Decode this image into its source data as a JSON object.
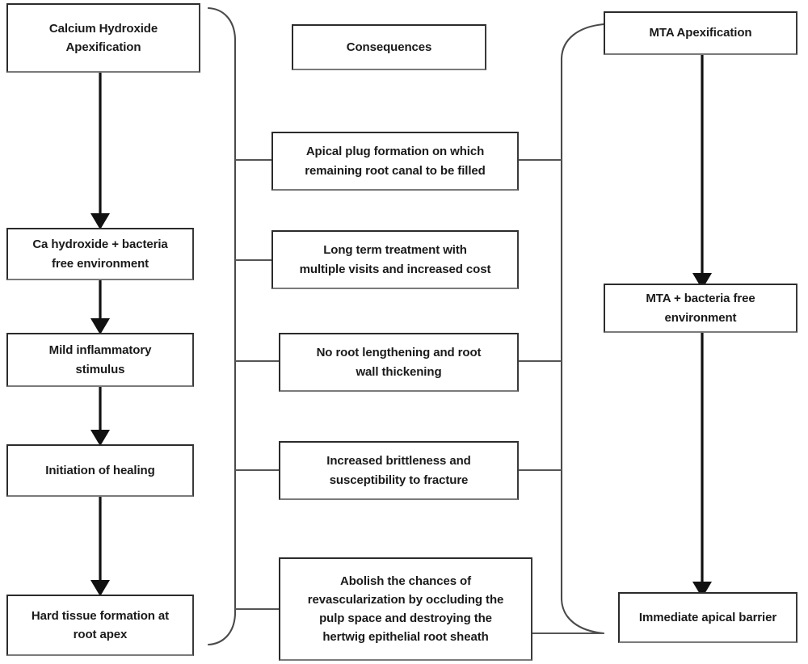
{
  "diagram": {
    "title_box": {
      "label": "Consequences"
    },
    "left_column": {
      "heading": "Calcium Hydroxide\nApexification",
      "steps": [
        {
          "label": "Ca hydroxide + bacteria\nfree environment"
        },
        {
          "label": "Mild inflammatory\nstimulus"
        },
        {
          "label": "Initiation of healing"
        },
        {
          "label": "Hard tissue formation at\nroot apex"
        }
      ]
    },
    "right_column": {
      "heading": "MTA  Apexification",
      "steps": [
        {
          "label": "MTA + bacteria free\nenvironment"
        },
        {
          "label": "Immediate apical barrier"
        }
      ]
    },
    "consequences": [
      {
        "label": "Apical plug formation on which\nremaining root canal to be filled"
      },
      {
        "label": "Long term treatment with\nmultiple visits and increased cost"
      },
      {
        "label": "No root lengthening and root\nwall thickening"
      },
      {
        "label": "Increased brittleness and\nsusceptibility to fracture"
      },
      {
        "label": "Abolish the chances of\nrevascularization by occluding the\npulp space and destroying the\nhertwig epithelial root sheath"
      }
    ],
    "colors": {
      "box_border": "#2b2b2b",
      "box_shadow": "#7a7a7a",
      "arrow": "#111111",
      "connector": "#555555",
      "brace": "#4a4a4a",
      "text": "#1a1a1a",
      "background": "#ffffff"
    }
  }
}
